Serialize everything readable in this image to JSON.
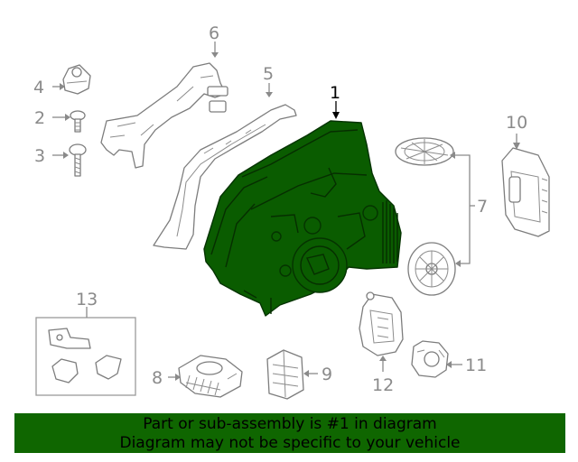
{
  "callouts": {
    "c1": "1",
    "c2": "2",
    "c3": "3",
    "c4": "4",
    "c5": "5",
    "c6": "6",
    "c7": "7",
    "c8": "8",
    "c9": "9",
    "c10": "10",
    "c11": "11",
    "c12": "12",
    "c13": "13"
  },
  "banner": {
    "line1": "Part or sub-assembly is #1 in diagram",
    "line2": "Diagram may not be specific to your vehicle"
  },
  "colors": {
    "highlight": "#0a5c00",
    "banner": "#0f6600",
    "line_art": "#7d7d7d"
  }
}
